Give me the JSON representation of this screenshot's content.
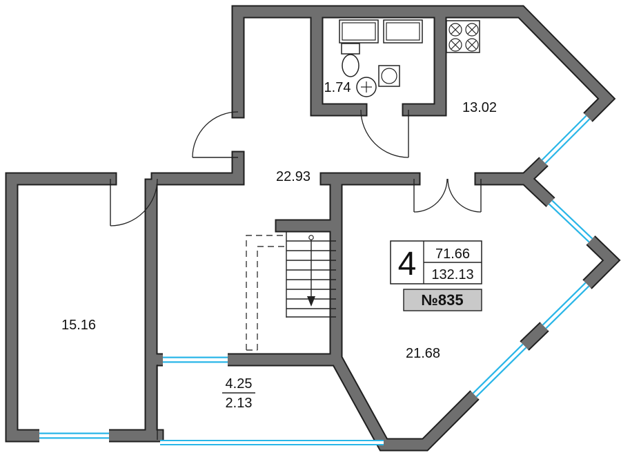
{
  "rooms": {
    "bathroom": {
      "area": "1.74"
    },
    "kitchen": {
      "area": "13.02"
    },
    "hallway": {
      "area": "22.93"
    },
    "bedroom": {
      "area": "15.16"
    },
    "living": {
      "area": "21.68"
    }
  },
  "balcony": {
    "area_full": "4.25",
    "area_reduced": "2.13"
  },
  "apartment": {
    "rooms_count": "4",
    "area_upper": "71.66",
    "area_lower": "132.13",
    "number": "№835"
  },
  "colors": {
    "wall": "#6f6f6f",
    "outline": "#1f1f1f",
    "window": "#29b6e8",
    "badge_bg": "#c9c9c9",
    "ink": "#111111"
  }
}
